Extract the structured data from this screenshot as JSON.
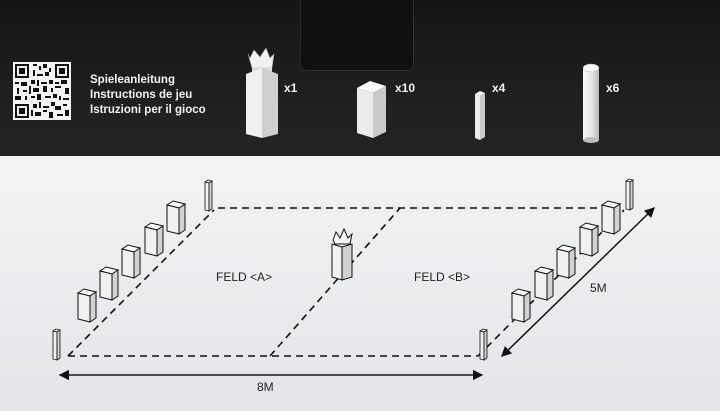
{
  "header": {
    "titles": [
      "Spieleanleitung",
      "Instructions de jeu",
      "Istruzioni per il gioco"
    ],
    "qr_icon": "qr-code-icon"
  },
  "components": [
    {
      "name": "king",
      "icon": "king-piece-icon",
      "count": "x1"
    },
    {
      "name": "kubb",
      "icon": "kubb-block-icon",
      "count": "x10"
    },
    {
      "name": "corner-stake",
      "icon": "stake-icon",
      "count": "x4"
    },
    {
      "name": "throwing-baton",
      "icon": "baton-icon",
      "count": "x6"
    }
  ],
  "field": {
    "label_a": "FELD <A>",
    "label_b": "FELD <B>",
    "length": "8M",
    "width": "5M"
  },
  "colors": {
    "band": "#1a1a1a",
    "band_text": "#f2f2f2",
    "lower": "#eceef0",
    "ink": "#222222"
  }
}
